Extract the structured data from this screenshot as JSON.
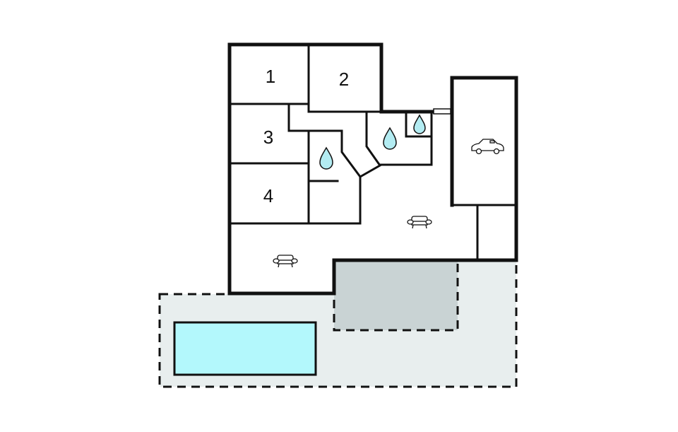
{
  "rooms": {
    "bedroom_1": "1",
    "bedroom_2": "2",
    "bedroom_3": "3",
    "bedroom_4": "4"
  },
  "icons": [
    "water-drop-icon",
    "sofa-icon",
    "car-icon"
  ],
  "colors": {
    "pool": "#b3f8fc",
    "terrace": "#e8eeee",
    "covered_terrace": "#c9d3d4",
    "water_drop": "#b3ecf2",
    "walls": "#111111"
  }
}
